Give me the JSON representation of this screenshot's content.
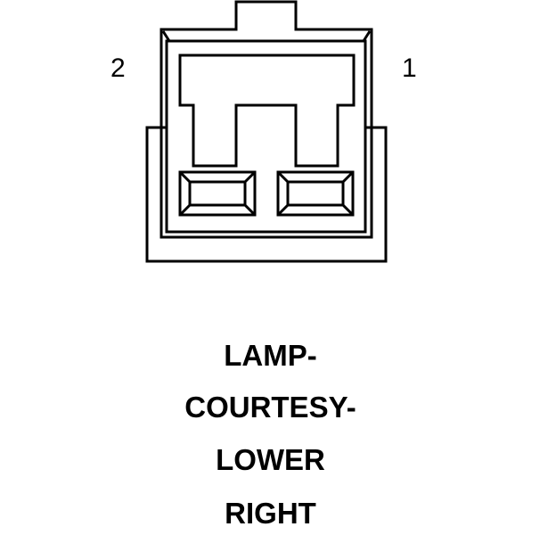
{
  "pins": {
    "left": "2",
    "right": "1"
  },
  "caption": {
    "line1": "LAMP-",
    "line2": "COURTESY-",
    "line3": "LOWER",
    "line4": "RIGHT"
  },
  "colors": {
    "stroke": "#000000",
    "background": "#ffffff"
  }
}
